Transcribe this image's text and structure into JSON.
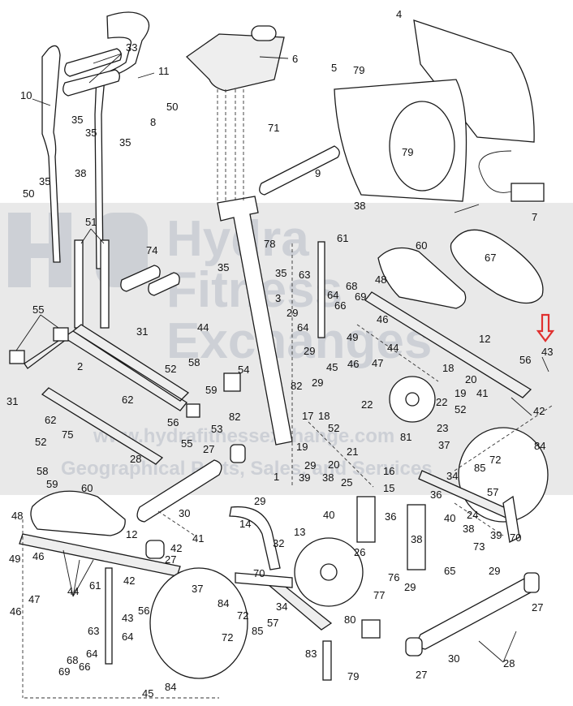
{
  "watermark": {
    "lines": [
      "Hydra",
      "Fitness",
      "Exchanges"
    ],
    "url": "www.hydrafitnessexchange.com",
    "tagline": "Geographical Parts, Sales, and Services",
    "band_color": "#e9e9e9",
    "logo_color": "#9aa3b3"
  },
  "highlight": {
    "part": "43",
    "arrow_color": "#e0302f"
  },
  "callouts": {
    "c1": "1",
    "c2": "2",
    "c3": "3",
    "c4": "4",
    "c5": "5",
    "c6": "6",
    "c7": "7",
    "c8": "8",
    "c9": "9",
    "c10": "10",
    "c11": "11",
    "c12a": "12",
    "c12b": "12",
    "c13": "13",
    "c14": "14",
    "c15": "15",
    "c16": "16",
    "c17": "17",
    "c18a": "18",
    "c18b": "18",
    "c19a": "19",
    "c19b": "19",
    "c20a": "20",
    "c20b": "20",
    "c21": "21",
    "c22": "22",
    "c23": "23",
    "c24": "24",
    "c25": "25",
    "c26": "26",
    "c27a": "27",
    "c27b": "27",
    "c27c": "27",
    "c27d": "27",
    "c28a": "28",
    "c28b": "28",
    "c29a": "29",
    "c29b": "29",
    "c29c": "29",
    "c29d": "29",
    "c29e": "29",
    "c29f": "29",
    "c30a": "30",
    "c30b": "30",
    "c31a": "31",
    "c31b": "31",
    "c32": "32",
    "c33": "33",
    "c34a": "34",
    "c34b": "34",
    "c35a": "35",
    "c35b": "35",
    "c35c": "35",
    "c35d": "35",
    "c35e": "35",
    "c36a": "36",
    "c36b": "36",
    "c37a": "37",
    "c37b": "37",
    "c38a": "38",
    "c38b": "38",
    "c38c": "38",
    "c38d": "38",
    "c38e": "38",
    "c39a": "39",
    "c39b": "39",
    "c40a": "40",
    "c40b": "40",
    "c41a": "41",
    "c41b": "41",
    "c42a": "42",
    "c42b": "42",
    "c42c": "42",
    "c43a": "43",
    "c43b": "43",
    "c44a": "44",
    "c44b": "44",
    "c44c": "44",
    "c45a": "45",
    "c45b": "45",
    "c46a": "46",
    "c46b": "46",
    "c46c": "46",
    "c46d": "46",
    "c47a": "47",
    "c47b": "47",
    "c48a": "48",
    "c48b": "48",
    "c49a": "49",
    "c49b": "49",
    "c50a": "50",
    "c50b": "50",
    "c51": "51",
    "c52a": "52",
    "c52b": "52",
    "c52c": "52",
    "c52d": "52",
    "c53": "53",
    "c54": "54",
    "c55a": "55",
    "c55b": "55",
    "c56a": "56",
    "c56b": "56",
    "c56c": "56",
    "c57a": "57",
    "c57b": "57",
    "c58a": "58",
    "c58b": "58",
    "c59a": "59",
    "c59b": "59",
    "c60a": "60",
    "c60b": "60",
    "c61a": "61",
    "c61b": "61",
    "c62a": "62",
    "c62b": "62",
    "c63a": "63",
    "c63b": "63",
    "c64a": "64",
    "c64b": "64",
    "c64c": "64",
    "c65": "65",
    "c66a": "66",
    "c66b": "66",
    "c67": "67",
    "c68a": "68",
    "c68b": "68",
    "c69a": "69",
    "c69b": "69",
    "c70a": "70",
    "c70b": "70",
    "c71": "71",
    "c72a": "72",
    "c72b": "72",
    "c73": "73",
    "c74": "74",
    "c75": "75",
    "c76": "76",
    "c77": "77",
    "c78": "78",
    "c79a": "79",
    "c79b": "79",
    "c79c": "79",
    "c80": "80",
    "c81": "81",
    "c82a": "82",
    "c82b": "82",
    "c83": "83",
    "c84a": "84",
    "c84b": "84",
    "c84c": "84",
    "c85a": "85",
    "c85b": "85"
  }
}
